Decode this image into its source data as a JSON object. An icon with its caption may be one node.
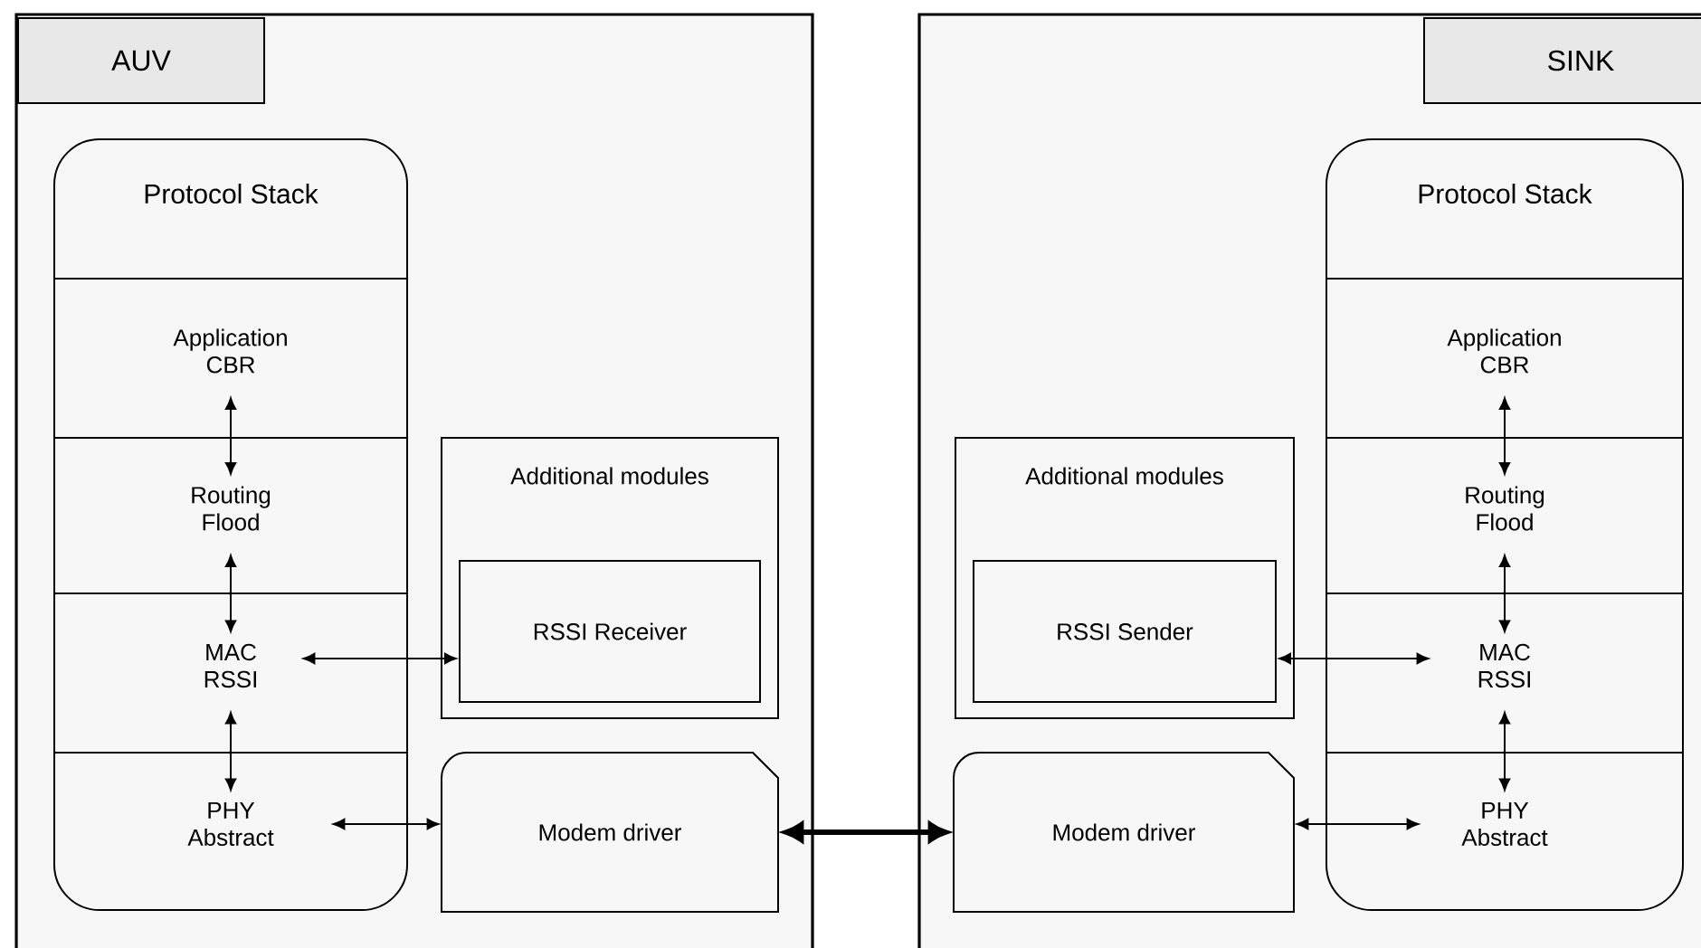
{
  "diagram": {
    "nodes": [
      {
        "text": [
          "AUV"
        ]
      },
      {
        "text": [
          "Protocol Stack"
        ],
        "in": 0
      },
      {
        "text": [
          "Application CBR"
        ],
        "in": 1
      },
      {
        "text": [
          "Routing Flood"
        ],
        "in": 1
      },
      {
        "text": [
          "MAC RSSI"
        ],
        "in": 1
      },
      {
        "text": [
          "PHY Abstract"
        ],
        "in": 1
      },
      {
        "text": [
          "Additional modules"
        ],
        "in": 0
      },
      {
        "text": [
          "RSSI Receiver"
        ],
        "in": 6
      },
      {
        "text": [
          "Modem driver"
        ],
        "in": 0
      },
      {
        "text": [
          "SINK"
        ]
      },
      {
        "text": [
          "Protocol Stack"
        ],
        "in": 9
      },
      {
        "text": [
          "Application CBR"
        ],
        "in": 10
      },
      {
        "text": [
          "Routing Flood"
        ],
        "in": 10
      },
      {
        "text": [
          "MAC RSSI"
        ],
        "in": 10
      },
      {
        "text": [
          "PHY Abstract"
        ],
        "in": 10
      },
      {
        "text": [
          "Additional modules"
        ],
        "in": 9
      },
      {
        "text": [
          "RSSI Sender"
        ],
        "in": 15
      },
      {
        "text": [
          "Modem driver"
        ],
        "in": 9
      }
    ],
    "edges": [
      {
        "from": 2,
        "to": 3,
        "arrow": "both"
      },
      {
        "from": 3,
        "to": 4,
        "arrow": "both"
      },
      {
        "from": 4,
        "to": 5,
        "arrow": "both"
      },
      {
        "from": 4,
        "to": 7,
        "arrow": "both"
      },
      {
        "from": 5,
        "to": 8,
        "arrow": "both"
      },
      {
        "from": 8,
        "to": 17,
        "arrow": "both",
        "style": "thick"
      },
      {
        "from": 11,
        "to": 12,
        "arrow": "both"
      },
      {
        "from": 12,
        "to": 13,
        "arrow": "both"
      },
      {
        "from": 13,
        "to": 14,
        "arrow": "both"
      },
      {
        "from": 16,
        "to": 13,
        "arrow": "both"
      },
      {
        "from": 17,
        "to": 14,
        "arrow": "both"
      }
    ]
  }
}
